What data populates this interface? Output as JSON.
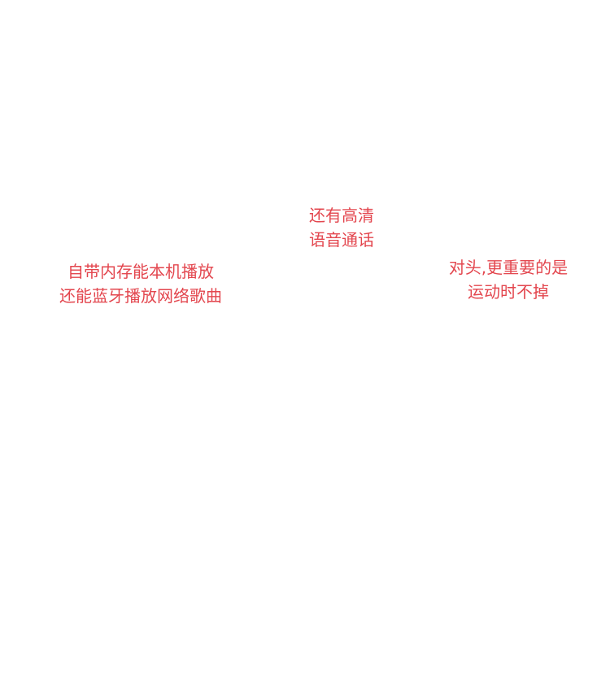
{
  "callouts": {
    "left": {
      "line1": "自带内存能本机播放",
      "line2": "还能蓝牙播放网络歌曲"
    },
    "middle": {
      "line1": "还有高清",
      "line2": "语音通话"
    },
    "right": {
      "line1": "对头,更重要的是",
      "line2": "运动时不掉"
    }
  },
  "colors": {
    "text": "#e3464e",
    "background": "#ffffff"
  }
}
